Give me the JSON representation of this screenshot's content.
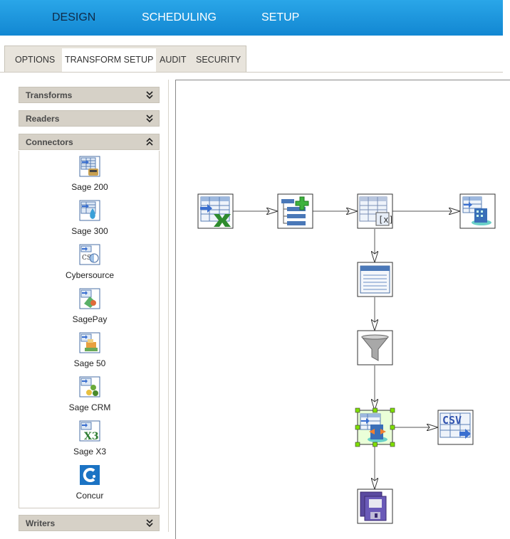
{
  "topnav": {
    "items": [
      "DESIGN",
      "SCHEDULING",
      "SETUP"
    ],
    "active": "DESIGN"
  },
  "subtabs": {
    "items": [
      "OPTIONS",
      "TRANSFORM SETUP",
      "AUDIT",
      "SECURITY"
    ],
    "active": "TRANSFORM SETUP"
  },
  "sidebar": {
    "sections": {
      "transforms": {
        "label": "Transforms",
        "state": "collapsed",
        "chevron": "chevron-double-down-icon"
      },
      "readers": {
        "label": "Readers",
        "state": "collapsed",
        "chevron": "chevron-double-down-icon"
      },
      "connectors": {
        "label": "Connectors",
        "state": "expanded",
        "chevron": "chevron-double-up-icon"
      },
      "writers": {
        "label": "Writers",
        "state": "collapsed",
        "chevron": "chevron-double-down-icon"
      }
    },
    "connectors": [
      {
        "label": "Sage 200",
        "icon": "sage-200-icon"
      },
      {
        "label": "Sage 300",
        "icon": "sage-300-icon"
      },
      {
        "label": "Cybersource",
        "icon": "cybersource-icon"
      },
      {
        "label": "SagePay",
        "icon": "sagepay-icon"
      },
      {
        "label": "Sage 50",
        "icon": "sage-50-icon"
      },
      {
        "label": "Sage CRM",
        "icon": "sage-crm-icon"
      },
      {
        "label": "Sage X3",
        "icon": "sage-x3-icon"
      },
      {
        "label": "Concur",
        "icon": "concur-icon"
      }
    ]
  },
  "canvas": {
    "nodes": [
      {
        "id": "excel-reader",
        "icon": "excel-reader-icon"
      },
      {
        "id": "add-fields",
        "icon": "add-fields-icon"
      },
      {
        "id": "table-transform",
        "icon": "table-transform-icon"
      },
      {
        "id": "database-writer",
        "icon": "database-writer-icon"
      },
      {
        "id": "form-view",
        "icon": "form-view-icon"
      },
      {
        "id": "filter",
        "icon": "funnel-icon"
      },
      {
        "id": "connector-step",
        "icon": "connector-step-icon",
        "selected": true
      },
      {
        "id": "csv-writer",
        "icon": "csv-writer-icon",
        "text": "CSV"
      },
      {
        "id": "save-output",
        "icon": "floppy-disks-icon"
      }
    ],
    "edges": [
      [
        "excel-reader",
        "add-fields"
      ],
      [
        "add-fields",
        "table-transform"
      ],
      [
        "table-transform",
        "database-writer"
      ],
      [
        "table-transform",
        "form-view"
      ],
      [
        "form-view",
        "filter"
      ],
      [
        "filter",
        "connector-step"
      ],
      [
        "connector-step",
        "csv-writer"
      ],
      [
        "connector-step",
        "save-output"
      ]
    ]
  },
  "colors": {
    "topbar": "#1a95dc",
    "selection_handle": "#7fe000",
    "icon_blue": "#4a78b8",
    "excel_green": "#2e8b2e",
    "concur_blue": "#1b73c4"
  }
}
